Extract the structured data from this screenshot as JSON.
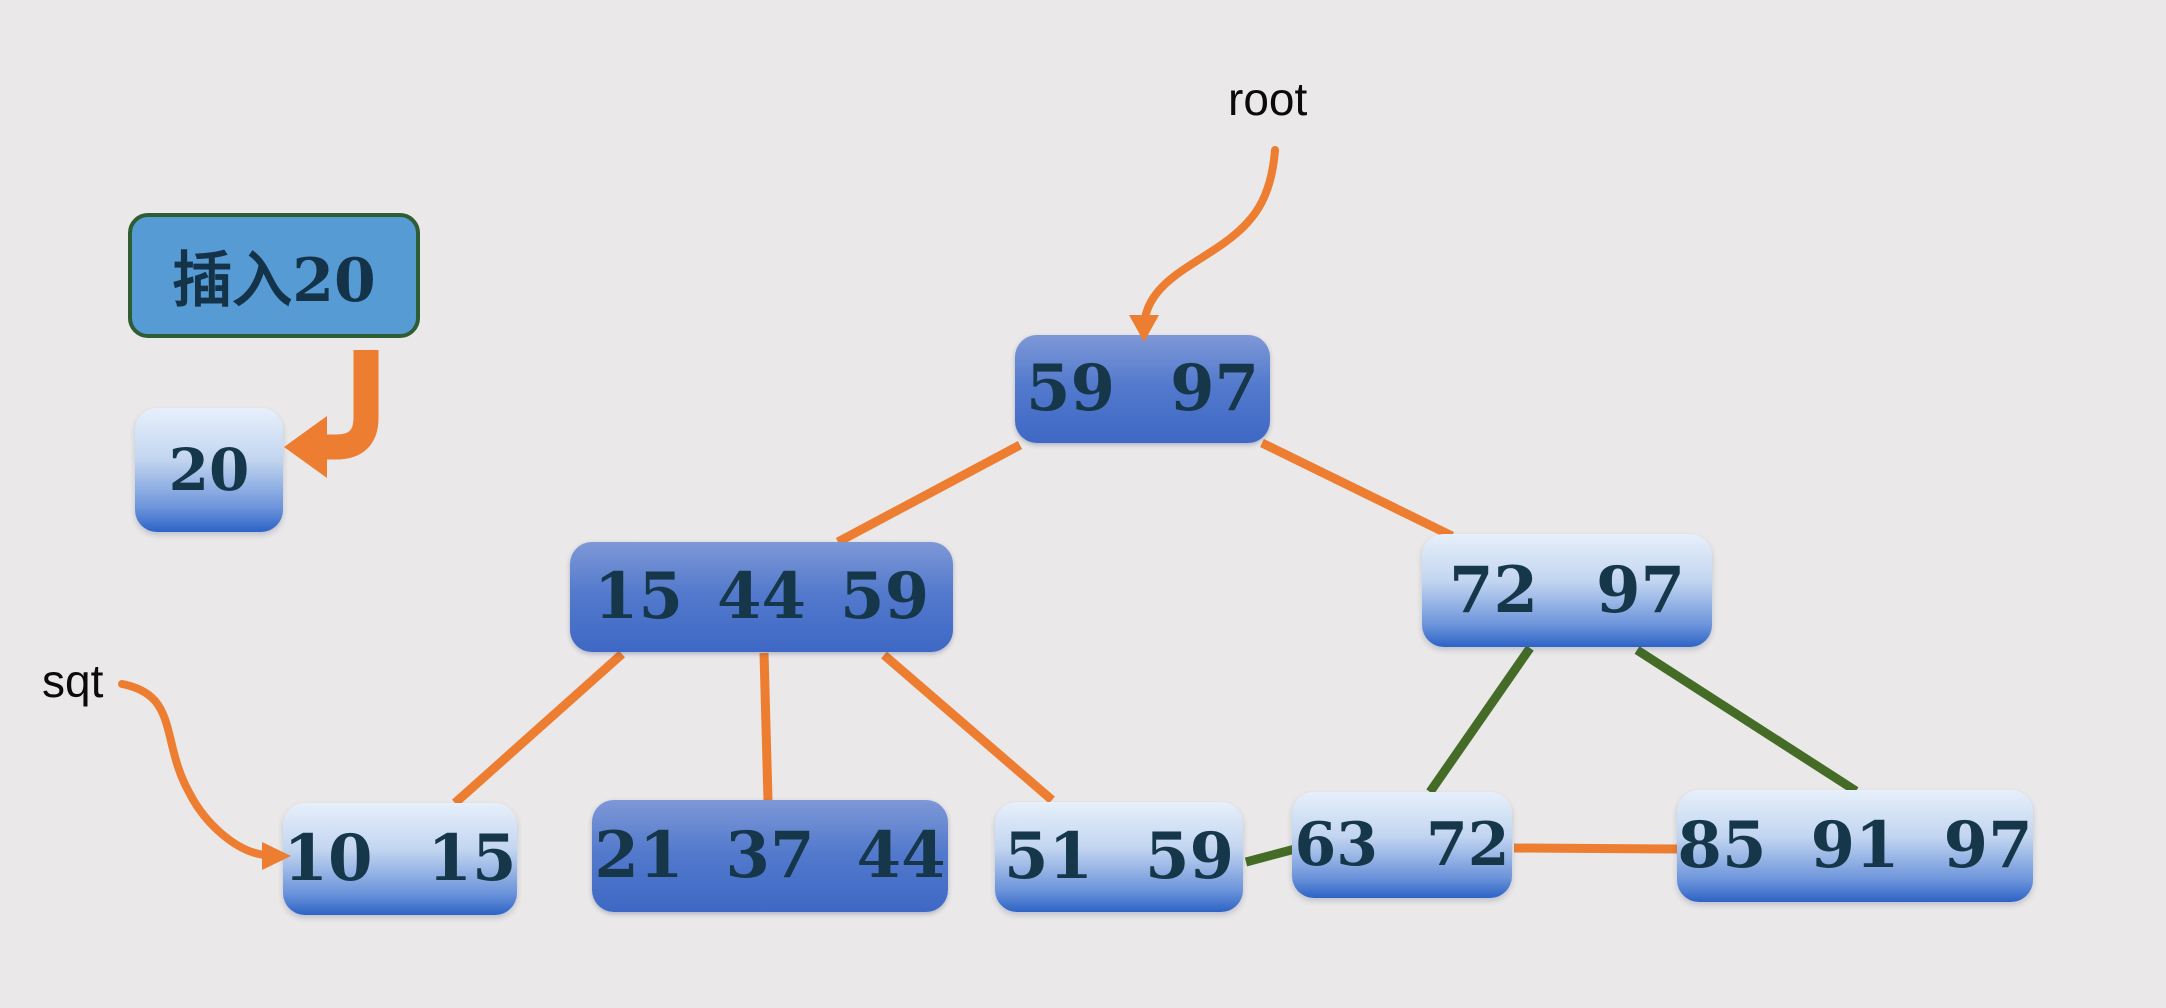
{
  "diagram": {
    "type": "b-tree-insertion",
    "background": "#eae8e8"
  },
  "labels": {
    "root_pointer": "root",
    "sqt_pointer": "sqt",
    "insert_operation": "插入20"
  },
  "nodes": {
    "inserted": {
      "keys": [
        "20"
      ],
      "style": "light"
    },
    "root": {
      "keys": [
        "59",
        "97"
      ],
      "style": "dark"
    },
    "internal_left": {
      "keys": [
        "15",
        "44",
        "59"
      ],
      "style": "dark"
    },
    "internal_right": {
      "keys": [
        "72",
        "97"
      ],
      "style": "light"
    },
    "leaf_1": {
      "keys": [
        "10",
        "15"
      ],
      "style": "light"
    },
    "leaf_2": {
      "keys": [
        "21",
        "37",
        "44"
      ],
      "style": "dark"
    },
    "leaf_3": {
      "keys": [
        "51",
        "59"
      ],
      "style": "light"
    },
    "leaf_4": {
      "keys": [
        "63",
        "72"
      ],
      "style": "light"
    },
    "leaf_5": {
      "keys": [
        "85",
        "91",
        "97"
      ],
      "style": "light"
    }
  },
  "edges": [
    {
      "from": "root",
      "to": "internal_left",
      "color": "orange"
    },
    {
      "from": "root",
      "to": "internal_right",
      "color": "orange"
    },
    {
      "from": "internal_left",
      "to": "leaf_1",
      "color": "orange"
    },
    {
      "from": "internal_left",
      "to": "leaf_2",
      "color": "orange"
    },
    {
      "from": "internal_left",
      "to": "leaf_3",
      "color": "orange"
    },
    {
      "from": "internal_right",
      "to": "leaf_4",
      "color": "green"
    },
    {
      "from": "internal_right",
      "to": "leaf_5",
      "color": "green"
    },
    {
      "from": "leaf_3",
      "to": "leaf_4",
      "color": "green"
    },
    {
      "from": "leaf_4",
      "to": "leaf_5",
      "color": "orange"
    }
  ],
  "arrows": [
    {
      "name": "root-pointer-arrow",
      "from": "root_pointer_label",
      "to": "root",
      "color": "orange"
    },
    {
      "name": "sqt-pointer-arrow",
      "from": "sqt_pointer_label",
      "to": "leaf_1",
      "color": "orange"
    },
    {
      "name": "insert-arrow",
      "from": "insert_operation_box",
      "to": "inserted",
      "color": "orange"
    }
  ],
  "colors": {
    "background": "#eae8e8",
    "edge_orange": "#ed7d31",
    "edge_green": "#456c26",
    "node_dark_gradient_top": "#7e98d7",
    "node_dark_gradient_bottom": "#3e68c5",
    "node_light_gradient_top": "#e7f0fb",
    "node_light_gradient_bottom": "#2d63c6",
    "node_text": "#16374a",
    "insert_box_fill": "#579bd5",
    "insert_box_border": "#2e5c33",
    "label_text": "#0b0b0b"
  }
}
